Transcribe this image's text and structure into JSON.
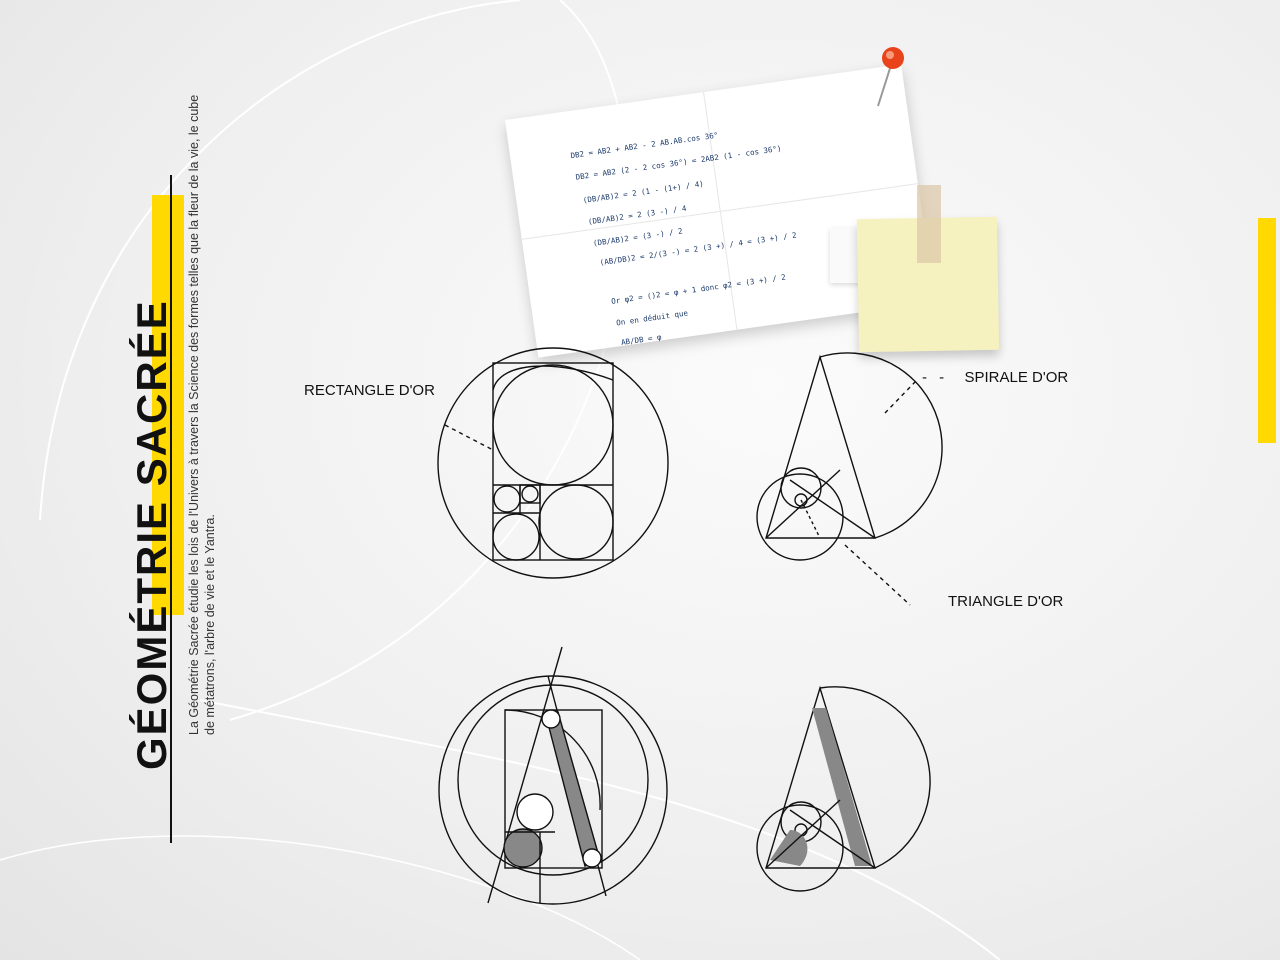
{
  "title": "GÉOMÉTRIE SACRÉE",
  "description": "La Géométrie Sacrée étudie les lois de l'Univers à travers la Science des formes telles que la fleur de la vie, le cube de métatrons, l'arbre de vie et le Yantra.",
  "labels": {
    "rectangle": "RECTANGLE D'OR",
    "spiral": "SPIRALE D'OR",
    "triangle": "TRIANGLE D'OR"
  },
  "note": {
    "formulas": [
      "DB2 = AB2 + AB2 - 2 AB.AB.cos 36°",
      "DB2 = AB2 (2 - 2 cos 36°) = 2AB2 (1 - cos 36°)",
      "(DB/AB)2 = 2 (1 - (1+) / 4)",
      "(DB/AB)2 = 2 (3 -) / 4",
      "(DB/AB)2 = (3 -) / 2",
      "(AB/DB)2 = 2/(3 -) = 2 (3 +) / 4 = (3 +) / 2",
      "Or φ2 = ()2 = φ + 1 donc φ2 = (3 +) / 2",
      "On en déduit que",
      "AB/DB = φ"
    ]
  },
  "colors": {
    "accent": "#ffd900",
    "ink": "#111111",
    "formula": "#1b3a6b",
    "sticky": "#f6f2c0",
    "pin": "#e8431a"
  }
}
